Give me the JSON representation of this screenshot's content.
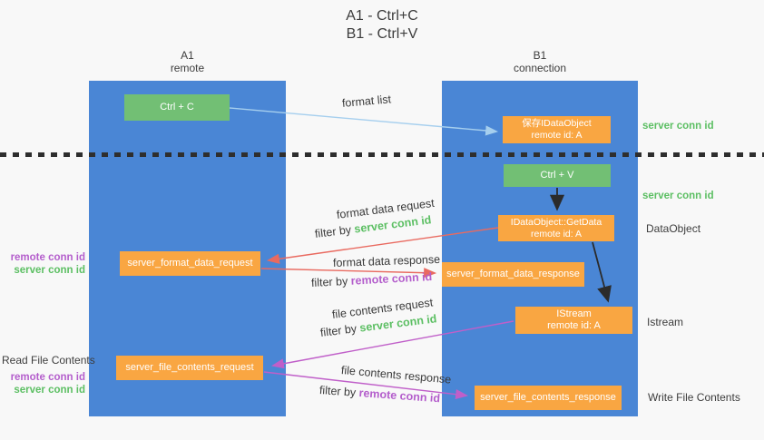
{
  "title": {
    "line1": "A1 - Ctrl+C",
    "line2": "B1 - Ctrl+V"
  },
  "lifelines": {
    "a": {
      "name": "A1",
      "role": "remote"
    },
    "b": {
      "name": "B1",
      "role": "connection"
    }
  },
  "boxes": {
    "ctrl_c": "Ctrl + C",
    "ctrl_v": "Ctrl + V",
    "save_idataobject": {
      "line1": "保存IDataObject",
      "line2": "remote id: A"
    },
    "getdata": {
      "line1": "IDataObject::GetData",
      "line2": "remote id: A"
    },
    "istream": {
      "line1": "IStream",
      "line2": "remote id: A"
    },
    "format_request": "server_format_data_request",
    "format_response": "server_format_data_response",
    "file_request": "server_file_contents_request",
    "file_response": "server_file_contents_response"
  },
  "side_labels": {
    "right_server_conn_top": "server conn id",
    "right_server_conn_mid": "server conn id",
    "data_object": "DataObject",
    "istream": "Istream",
    "write_file": "Write File Contents",
    "left_remote_conn_top": "remote conn id",
    "left_server_conn_top": "server conn id",
    "read_file": "Read File Contents",
    "left_remote_conn_bottom": "remote conn id",
    "left_server_conn_bottom": "server conn id"
  },
  "arrow_labels": {
    "format_list": "format list",
    "format_data_request": "format data request",
    "format_data_response": "format data response",
    "file_contents_request": "file contents request",
    "file_contents_response": "file contents response",
    "filter_prefix": "filter by ",
    "server_conn_id": "server conn id",
    "remote_conn_id": "remote conn id"
  },
  "colors": {
    "lifeline_blue": "#4a86d5",
    "box_green": "#72bf74",
    "box_orange": "#f9a642",
    "arrow_light_blue": "#a6cfee",
    "arrow_red": "#e96a60",
    "arrow_purple": "#c05fc9",
    "arrow_black": "#2b2b2b",
    "text_green": "#5cbf63",
    "text_purple": "#b45ecc",
    "background": "#f8f8f8"
  }
}
